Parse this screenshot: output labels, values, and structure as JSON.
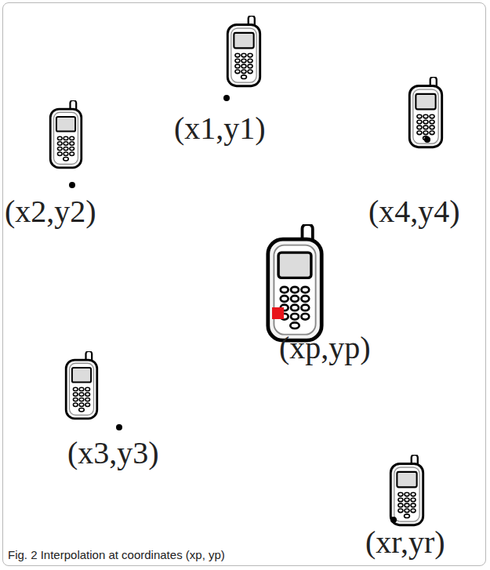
{
  "diagram": {
    "caption": "Fig. 2 Interpolation at coordinates (xp, yp)",
    "labels": [
      "(x1,y1)",
      "(x2,y2)",
      "(x4,y4)",
      "(xp,yp)",
      "(x3,y3)",
      "(xr,yr)"
    ]
  }
}
